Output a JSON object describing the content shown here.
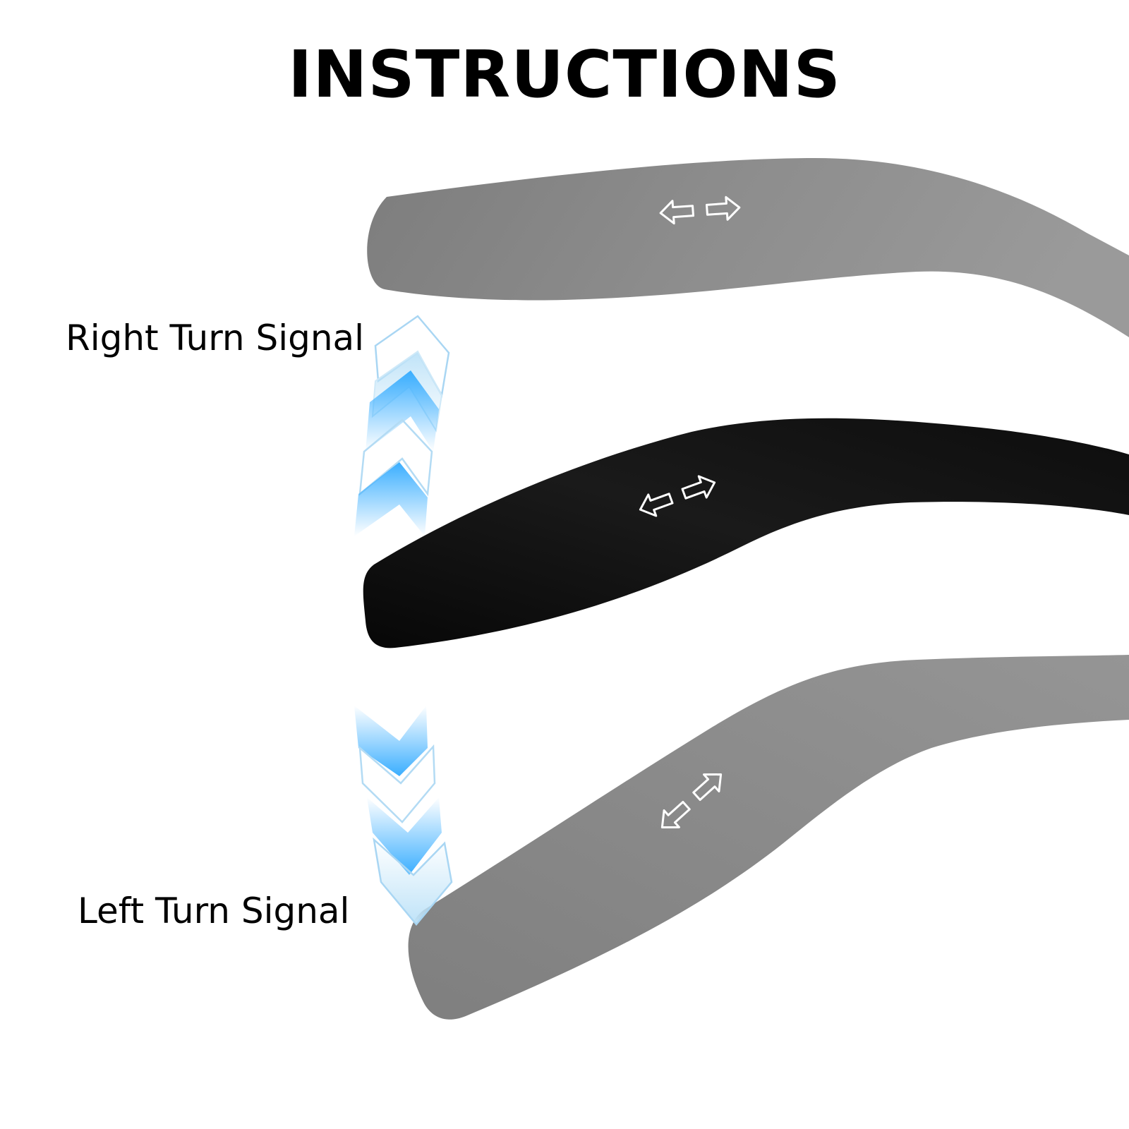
{
  "title": "INSTRUCTIONS",
  "labels": {
    "right_signal": "Right Turn Signal",
    "left_signal": "Left Turn Signal"
  },
  "colors": {
    "stalk_inactive": "#8a8a8a",
    "stalk_active": "#111111",
    "chevron_blue": "#3aaeff",
    "chevron_light": "#9fd4f5",
    "icon_stroke": "#ffffff"
  },
  "positions": [
    {
      "state": "up",
      "icon": "left-right-arrows-icon"
    },
    {
      "state": "neutral",
      "icon": "left-right-arrows-icon"
    },
    {
      "state": "down",
      "icon": "left-right-arrows-icon"
    }
  ],
  "direction_indicators": [
    {
      "direction": "up",
      "icon": "chevron-up-icon"
    },
    {
      "direction": "down",
      "icon": "chevron-down-icon"
    }
  ]
}
